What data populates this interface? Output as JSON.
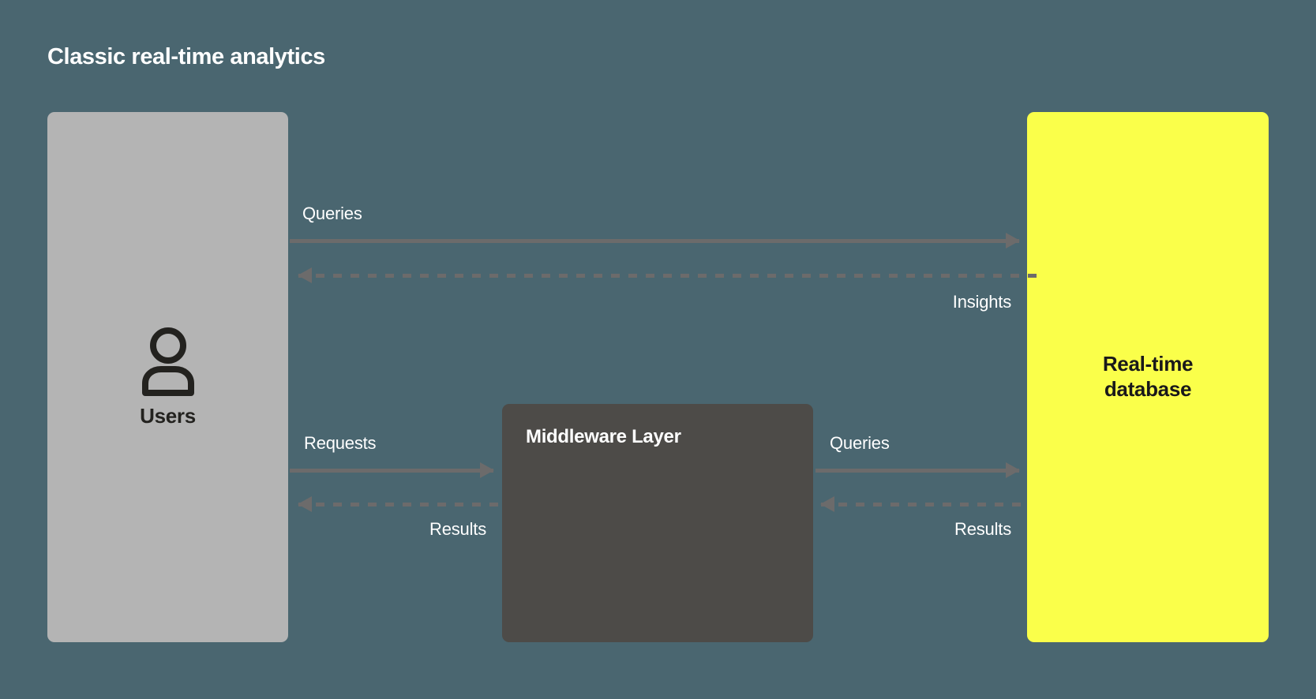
{
  "diagram": {
    "title": "Classic real-time analytics",
    "background_color": "#4a6670",
    "nodes": [
      {
        "id": "users",
        "label": "Users",
        "icon": "person-icon",
        "fill": "#b4b4b4",
        "text_color": "#23221f"
      },
      {
        "id": "middleware",
        "label": "Middleware Layer",
        "fill": "#4d4b48",
        "text_color": "#ffffff"
      },
      {
        "id": "database",
        "label_line1": "Real-time",
        "label_line2": "database",
        "fill": "#faff4a",
        "text_color": "#19181a"
      }
    ],
    "edges": [
      {
        "id": "users-to-db-queries",
        "label": "Queries",
        "from": "users",
        "to": "database",
        "direction": "right",
        "style": "solid",
        "line_color": "#6c6b6b"
      },
      {
        "id": "db-to-users-insights",
        "label": "Insights",
        "from": "database",
        "to": "users",
        "direction": "left",
        "style": "dashed",
        "line_color": "#6c6b6b"
      },
      {
        "id": "users-to-middleware-requests",
        "label": "Requests",
        "from": "users",
        "to": "middleware",
        "direction": "right",
        "style": "solid",
        "line_color": "#6c6b6b"
      },
      {
        "id": "middleware-to-users-results",
        "label": "Results",
        "from": "middleware",
        "to": "users",
        "direction": "left",
        "style": "dashed",
        "line_color": "#6c6b6b"
      },
      {
        "id": "middleware-to-db-queries",
        "label": "Queries",
        "from": "middleware",
        "to": "database",
        "direction": "right",
        "style": "solid",
        "line_color": "#6c6b6b"
      },
      {
        "id": "db-to-middleware-results",
        "label": "Results",
        "from": "database",
        "to": "middleware",
        "direction": "left",
        "style": "dashed",
        "line_color": "#6c6b6b"
      }
    ]
  }
}
